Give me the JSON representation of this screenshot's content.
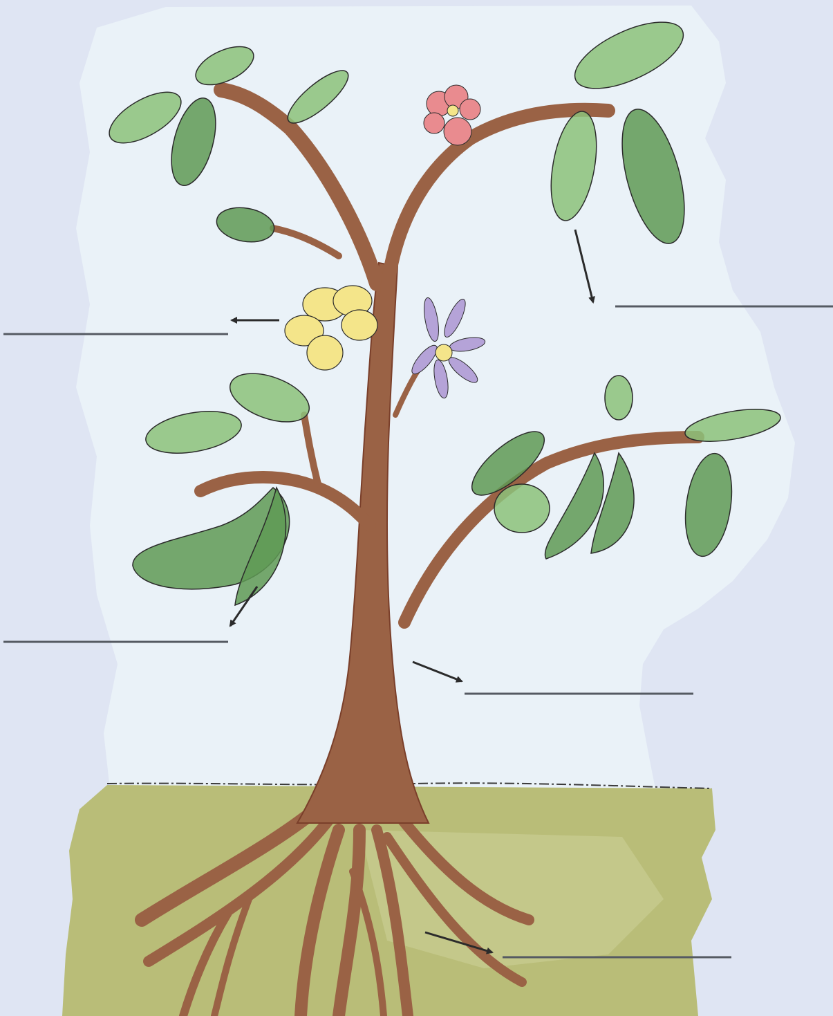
{
  "diagram": {
    "kind": "plant parts labelling worksheet",
    "colors": {
      "page_background": "#dfe5f3",
      "sky_wash": "#eaf2f8",
      "soil": "#b9bd78",
      "soil_light": "#d3d5a0",
      "trunk": "#9a6245",
      "trunk_dark": "#7a3f2a",
      "leaf": "#8cc27a",
      "leaf_dark": "#5f9a55",
      "flower_yellow": "#f4e58a",
      "flower_purple": "#b5a3d8",
      "flower_red": "#e98b8f",
      "ink": "#2b2b2b",
      "label_line": "#555a62"
    },
    "blanks": [
      {
        "id": "leaf",
        "target": "leaf",
        "label": ""
      },
      {
        "id": "flower",
        "target": "flower",
        "label": ""
      },
      {
        "id": "fruit",
        "target": "fruit",
        "label": ""
      },
      {
        "id": "stem",
        "target": "stem",
        "label": ""
      },
      {
        "id": "root",
        "target": "root",
        "label": ""
      }
    ]
  }
}
